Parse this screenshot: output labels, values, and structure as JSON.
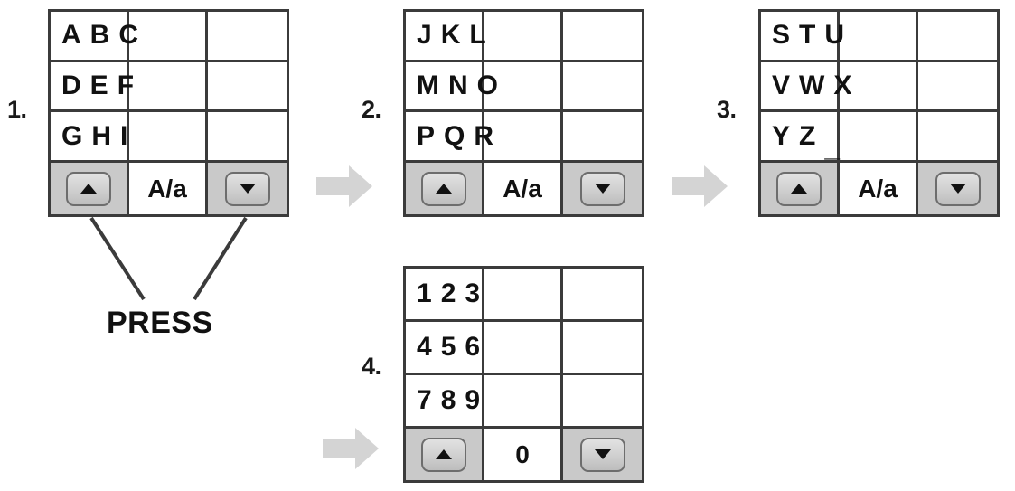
{
  "diagram": {
    "title": "Character entry sequence",
    "colors": {
      "grid_border": "#3b3b3b",
      "shaded_cell": "#c9c9c9",
      "flow_arrow": "#d4d4d4",
      "text": "#111111",
      "button_border": "#6d6d6d"
    },
    "callout": {
      "label": "PRESS"
    },
    "icons": {
      "up": "triangle-up-icon",
      "down": "triangle-down-icon",
      "flow": "arrow-right-icon"
    },
    "steps": [
      {
        "number": "1.",
        "rows": [
          [
            "A",
            "B",
            "C"
          ],
          [
            "D",
            "E",
            "F"
          ],
          [
            "G",
            "H",
            "I"
          ]
        ],
        "mode_label": "A/a",
        "up_label": "▲",
        "down_label": "▼"
      },
      {
        "number": "2.",
        "rows": [
          [
            "J",
            "K",
            "L"
          ],
          [
            "M",
            "N",
            "O"
          ],
          [
            "P",
            "Q",
            "R"
          ]
        ],
        "mode_label": "A/a",
        "up_label": "▲",
        "down_label": "▼"
      },
      {
        "number": "3.",
        "rows": [
          [
            "S",
            "T",
            "U"
          ],
          [
            "V",
            "W",
            "X"
          ],
          [
            "Y",
            "Z",
            "_"
          ]
        ],
        "mode_label": "A/a",
        "up_label": "▲",
        "down_label": "▼"
      },
      {
        "number": "4.",
        "rows": [
          [
            "1",
            "2",
            "3"
          ],
          [
            "4",
            "5",
            "6"
          ],
          [
            "7",
            "8",
            "9"
          ]
        ],
        "mode_label": "0",
        "up_label": "▲",
        "down_label": "▼"
      }
    ]
  }
}
